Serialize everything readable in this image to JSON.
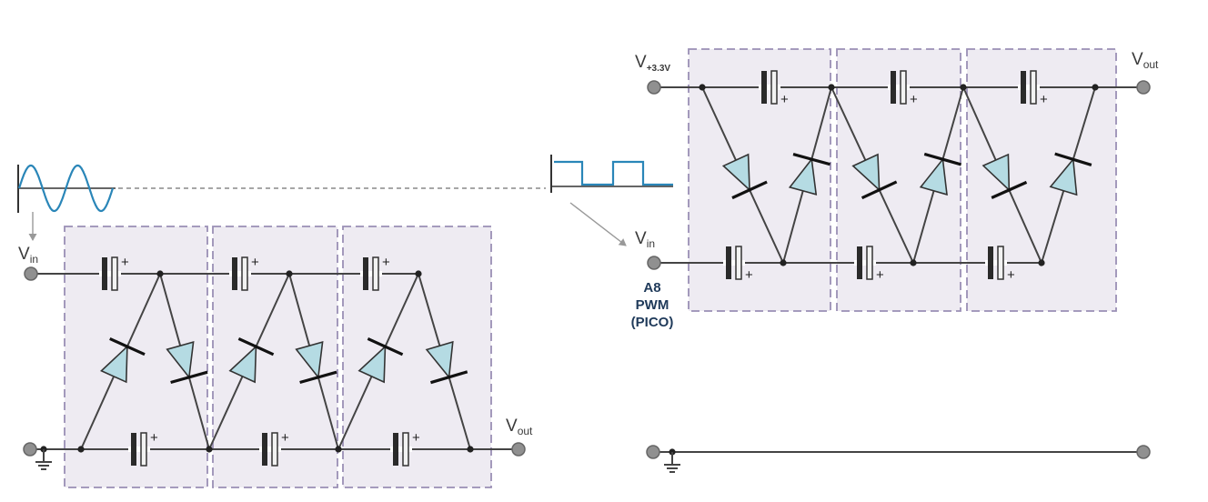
{
  "left_circuit": {
    "vin_label": "V",
    "vin_sub": "in",
    "vout_label": "V",
    "vout_sub": "out",
    "input_signal": "sine-wave",
    "stages": 3,
    "polarity_mark": "+"
  },
  "right_circuit": {
    "vsupply_label": "V",
    "vsupply_sub": "+3.3V",
    "vin_label": "V",
    "vin_sub": "in",
    "vout_label": "V",
    "vout_sub": "out",
    "input_signal": "square-wave",
    "stages": 3,
    "polarity_mark": "+",
    "pin_note": {
      "line1": "A8",
      "line2": "PWM",
      "line3": "(PICO)"
    }
  },
  "colors": {
    "wire": "#444444",
    "stage_fill": "#eeebf2",
    "stage_border": "#9a8fb5",
    "diode_fill": "#b5dbe3",
    "signal": "#2a86b8",
    "terminal": "#909090",
    "bold_text": "#1f3a5a"
  }
}
